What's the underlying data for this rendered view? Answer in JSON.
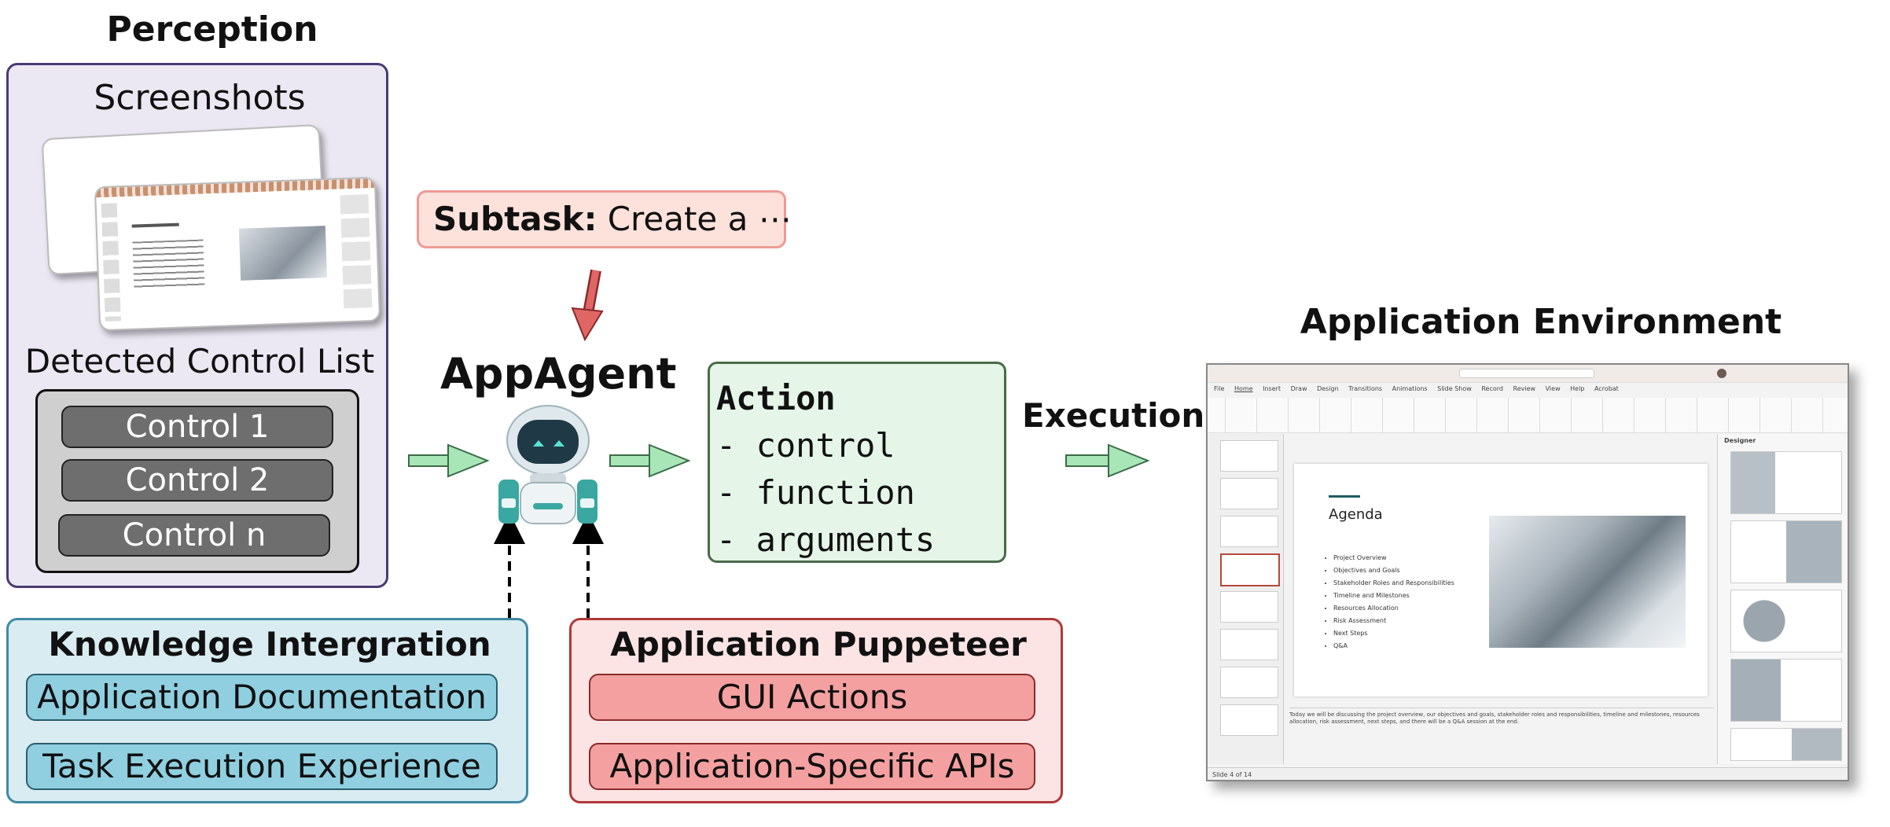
{
  "perception": {
    "title": "Perception",
    "screenshots_label": "Screenshots",
    "control_list_label": "Detected Control List",
    "controls": [
      "Control 1",
      "Control 2",
      "Control n"
    ]
  },
  "subtask": {
    "label": "Subtask:",
    "text": "Create a ⋯"
  },
  "agent": {
    "title": "AppAgent"
  },
  "action": {
    "header": "Action",
    "items": [
      "- control",
      "- function",
      "- arguments"
    ]
  },
  "execution_label": "Execution",
  "knowledge": {
    "title": "Knowledge Intergration",
    "items": [
      "Application Documentation",
      "Task Execution Experience"
    ]
  },
  "puppeteer": {
    "title": "Application Puppeteer",
    "items": [
      "GUI Actions",
      "Application-Specific APIs"
    ]
  },
  "environment": {
    "title": "Application Environment",
    "ribbon_tabs": [
      "File",
      "Home",
      "Insert",
      "Draw",
      "Design",
      "Transitions",
      "Animations",
      "Slide Show",
      "Record",
      "Review",
      "View",
      "Help",
      "Acrobat"
    ],
    "slide_title": "Agenda",
    "agenda_items": [
      "Project Overview",
      "Objectives and Goals",
      "Stakeholder Roles and Responsibilities",
      "Timeline and Milestones",
      "Resources Allocation",
      "Risk Assessment",
      "Next Steps",
      "Q&A"
    ],
    "designer_label": "Designer",
    "notes_text": "Today we will be discussing the project overview, our objectives and goals, stakeholder roles and responsibilities, timeline and milestones, resources allocation, risk assessment, next steps, and there will be a Q&A session at the end.",
    "status_text": "Slide 4 of 14"
  },
  "colors": {
    "perception_bg": "#ece8f3",
    "subtask_bg": "#fde2db",
    "action_bg": "#e5f6e8",
    "knowledge_bg": "#d8ecf1",
    "puppeteer_bg": "#fde4e4",
    "arrow_green": "#a8e6b8",
    "arrow_red": "#e06666",
    "robot_teal": "#3aa8a0"
  }
}
